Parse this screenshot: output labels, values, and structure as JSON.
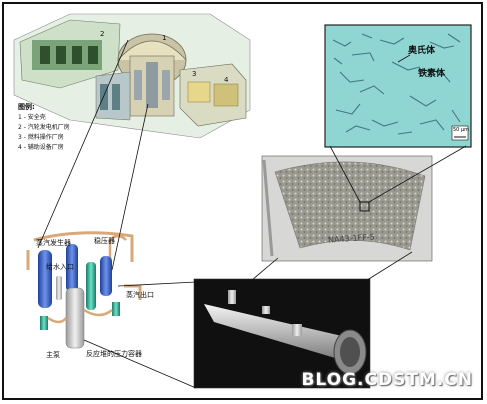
{
  "legend": {
    "title": "图例:",
    "items": [
      "1 - 安全壳",
      "2 - 汽轮发电机厂房",
      "3 - 燃料操作厂房",
      "4 - 辅助设备厂房"
    ]
  },
  "plant_numbers": [
    "1",
    "2",
    "3",
    "4"
  ],
  "micrograph": {
    "austenite": "奥氏体",
    "ferrite": "铁素体",
    "scale": "50 µm"
  },
  "sample_marking": "NA43-1FF-5",
  "loop_labels": {
    "steam_generator": "蒸汽发生器",
    "pressurizer": "稳压器",
    "feed_inlet": "给水入口",
    "steam_outlet": "蒸汽出口",
    "main_pump": "主泵",
    "reactor_vessel": "反应堆的压力容器"
  },
  "watermark": "BLOG.CDSTM.CN",
  "colors": {
    "frame": "#111111",
    "micro_bg": "#8fd6d3",
    "pipe": "#c8c8c8",
    "blue": "#3a63c8",
    "green": "#36b59a"
  }
}
